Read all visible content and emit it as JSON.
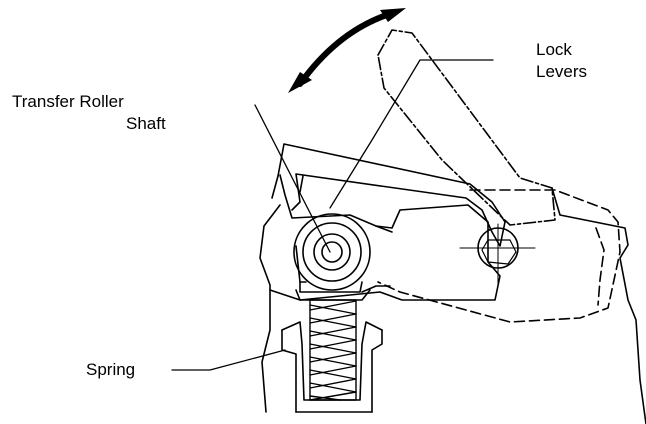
{
  "labels": {
    "lock_line1": "Lock",
    "lock_line2": "Levers",
    "transfer_line1": "Transfer Roller",
    "transfer_line2": "Shaft",
    "spring": "Spring"
  },
  "colors": {
    "line": "#000000",
    "background": "#ffffff"
  }
}
